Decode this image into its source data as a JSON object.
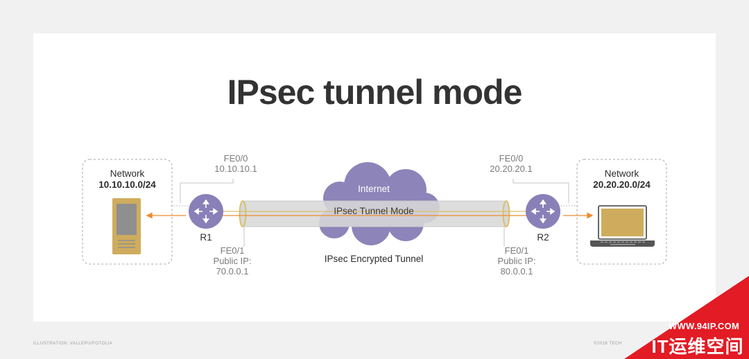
{
  "title": "IPsec tunnel mode",
  "left_network": {
    "label": "Network",
    "address": "10.10.10.0/24"
  },
  "right_network": {
    "label": "Network",
    "address": "20.20.20.0/24"
  },
  "r1": {
    "name": "R1",
    "fe00_label": "FE0/0",
    "fe00_ip": "10.10.10.1",
    "fe01_label": "FE0/1",
    "public_label": "Public IP:",
    "public_ip": "70.0.0.1"
  },
  "r2": {
    "name": "R2",
    "fe00_label": "FE0/0",
    "fe00_ip": "20.20.20.1",
    "fe01_label": "FE0/1",
    "public_label": "Public IP:",
    "public_ip": "80.0.0.1"
  },
  "cloud_label": "Internet",
  "tunnel_label": "IPsec Tunnel Mode",
  "encrypted_tunnel_label": "IPsec Encrypted Tunnel",
  "credit_left": "ILLUSTRATION: VALLEPU/FOTOLIA",
  "credit_right": "©2018 TECH",
  "watermark_url": "WWW.94IP.COM",
  "watermark_name": "IT运维空间",
  "colors": {
    "router": "#8a80b8",
    "cloud": "#8d84b9",
    "tunnel": "#d7d7d7",
    "orange": "#f08a2c",
    "server": "#cfac5d",
    "laptop": "#cfac5d",
    "watermark": "#e21b24"
  }
}
